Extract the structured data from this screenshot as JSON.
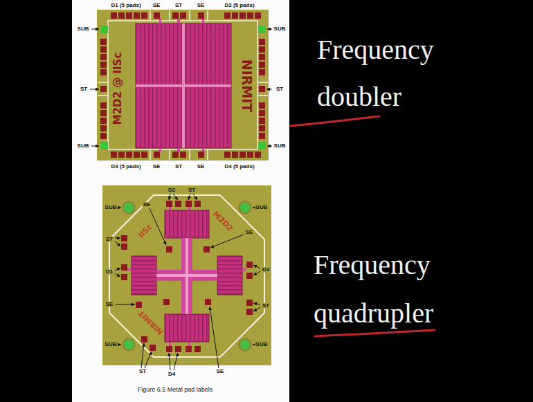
{
  "diagram": {
    "caption": "Figure 6.5 Metal pad labels",
    "nodes": [
      {
        "text": [
          "M2D2 @ IISc",
          "NIRMIT"
        ]
      },
      {
        "text": [
          "IISc",
          "M2D2",
          "NIRMIT"
        ]
      }
    ],
    "labels": [
      "D1 (5 pads)",
      "SE",
      "ST",
      "SE",
      "D2 (5 pads)",
      "SUB",
      "SUB",
      "Frequency doubler",
      "ST",
      "ST",
      "SUB",
      "SUB",
      "D3 (5 pads)",
      "SE",
      "ST",
      "SE",
      "D4 (5 pads)",
      "D2",
      "ST",
      "SUB",
      "SE",
      "SUB",
      "SE",
      "ST",
      "Frequency quadrupler",
      "D1",
      "D3",
      "SE",
      "ST",
      "SUB",
      "SUB",
      "ST",
      "SE",
      "D4"
    ]
  }
}
